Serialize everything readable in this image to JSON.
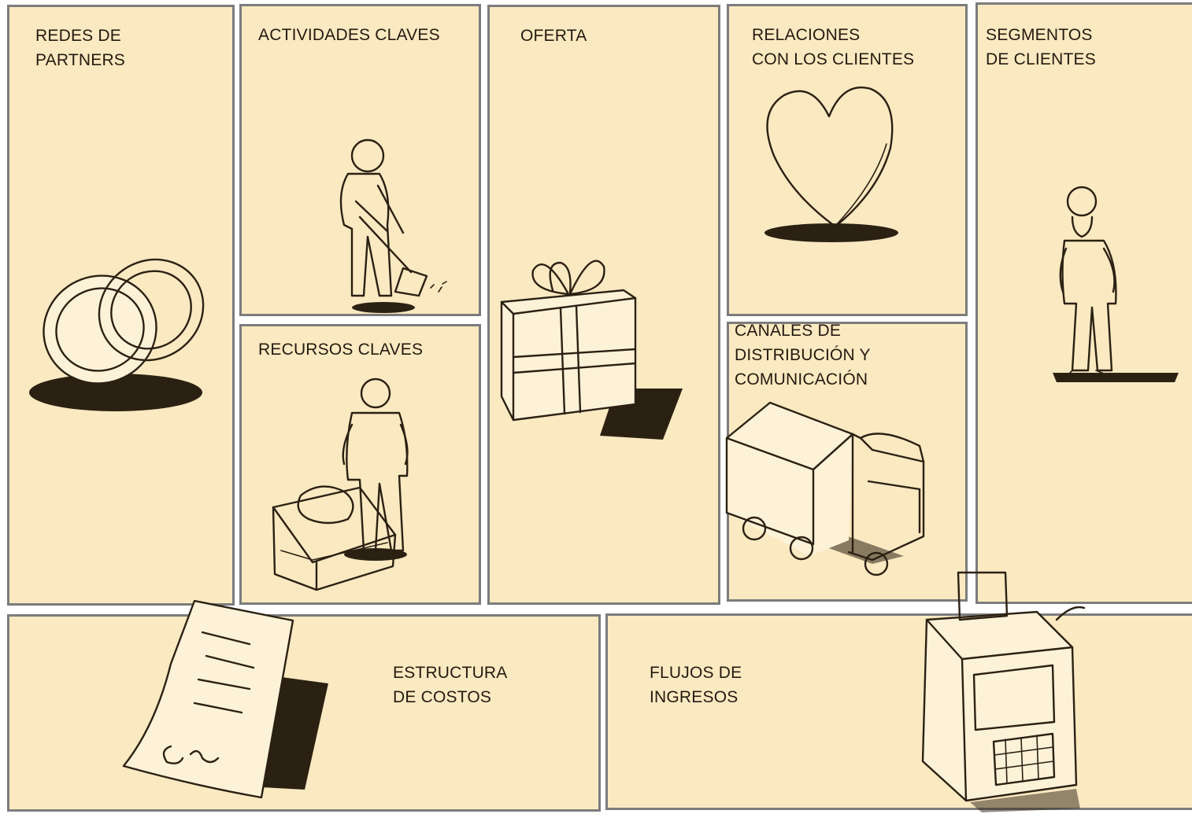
{
  "canvas": {
    "background": "#fbe9c1",
    "border_color": "#7c7c7c",
    "ink_color": "#2b2113"
  },
  "blocks": {
    "key_partners": {
      "label": "REDES DE\nPARTNERS",
      "icon": "interlocked-rings-icon"
    },
    "key_activities": {
      "label": "ACTIVIDADES CLAVES",
      "icon": "person-digging-icon"
    },
    "key_resources": {
      "label": "RECURSOS CLAVES",
      "icon": "person-with-machine-icon"
    },
    "value_proposition": {
      "label": "OFERTA",
      "icon": "gift-box-icon"
    },
    "customer_relationships": {
      "label": "RELACIONES\nCON LOS CLIENTES",
      "icon": "heart-icon"
    },
    "channels": {
      "label": "CANALES DE\nDISTRIBUCIÓN Y\nCOMUNICACIÓN",
      "icon": "truck-icon"
    },
    "customer_segments": {
      "label": "SEGMENTOS\nDE CLIENTES",
      "icon": "standing-person-icon"
    },
    "cost_structure": {
      "label": "ESTRUCTURA\nDE COSTOS",
      "icon": "bill-receipt-icon"
    },
    "revenue_streams": {
      "label": "FLUJOS DE\nINGRESOS",
      "icon": "cash-register-icon"
    }
  }
}
